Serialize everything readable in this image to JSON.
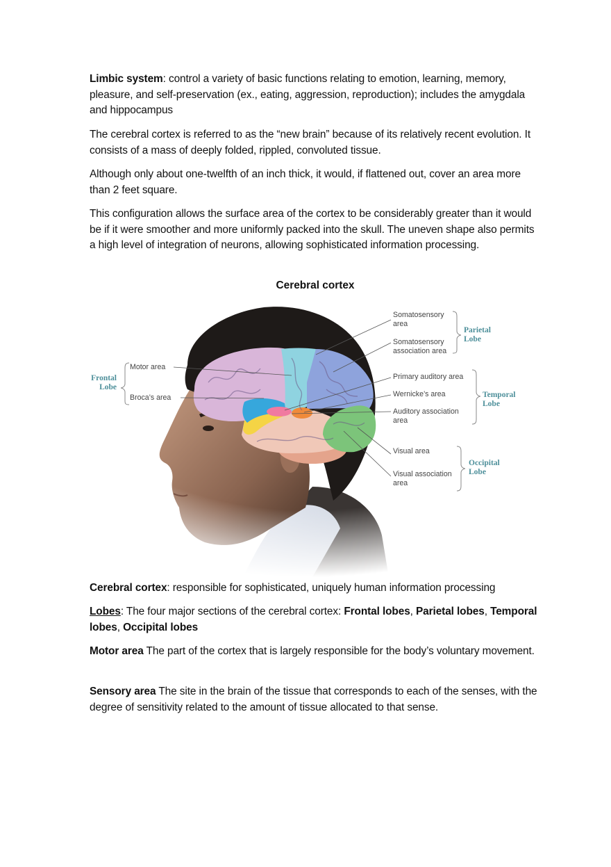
{
  "paragraphs": {
    "limbic": {
      "term": "Limbic system",
      "text": ": control a variety of basic functions relating to emotion, learning, memory, pleasure, and self-preservation (ex., eating, aggression, reproduction); includes the amygdala and hippocampus"
    },
    "new_brain": "The cerebral cortex is referred to as the “new brain” because of its relatively recent evolution. It consists of a mass of deeply folded, rippled, convoluted tissue.",
    "thickness": "Although only about one-twelfth of an inch thick, it would, if flattened out, cover an area more than 2 feet square.",
    "configuration": "This configuration allows the surface area of the cortex to be considerably greater than it would be if it were smoother and more uniformly packed into the skull. The uneven shape also permits a high level of integration of neurons, allowing sophisticated information processing."
  },
  "figure": {
    "caption": "Cerebral cortex",
    "lobes": {
      "frontal": [
        "Frontal",
        "Lobe"
      ],
      "parietal": [
        "Parietal",
        "Lobe"
      ],
      "temporal": [
        "Temporal",
        "Lobe"
      ],
      "occipital": [
        "Occipital",
        "Lobe"
      ]
    },
    "labels": {
      "motor_area": "Motor area",
      "brocas_area": "Broca’s area",
      "somatosensory_area": [
        "Somatosensory",
        "area"
      ],
      "somatosensory_association": [
        "Somatosensory",
        "association area"
      ],
      "primary_auditory": "Primary auditory area",
      "wernickes_area": "Wernicke’s area",
      "auditory_association": [
        "Auditory association",
        "area"
      ],
      "visual_area": "Visual area",
      "visual_association": [
        "Visual association",
        "area"
      ]
    },
    "colors": {
      "lobe_label": "#4d8f9a",
      "frontal": "#d9b6d9",
      "motor": "#8fd3e0",
      "parietal": "#8ea3dc",
      "brocas": "#36a7dc",
      "temporal": "#f0c8b8",
      "auditory_primary": "#f07aa0",
      "wernickes": "#f08a3a",
      "auditory_assoc": "#f5d445",
      "occipital": "#7cc47a",
      "cerebellum": "#e8a890",
      "hair": "#1e1a18",
      "skin": "#b88a70"
    }
  },
  "definitions": {
    "cerebral_cortex": {
      "term": "Cerebral cortex",
      "text": ": responsible for sophisticated, uniquely human information processing"
    },
    "lobes": {
      "term": "Lobes",
      "text": ": The four major sections of the cerebral cortex: ",
      "items": [
        "Frontal lobes",
        "Parietal lobes",
        "Temporal lobes",
        "Occipital lobes"
      ],
      "sep": ", "
    },
    "motor_area": {
      "term": "Motor area",
      "text": " The part of the cortex that is largely responsible for the body’s voluntary movement."
    },
    "sensory_area": {
      "term": "Sensory area",
      "text": " The site in the brain of the tissue that corresponds to each of the senses, with the degree of sensitivity related to the amount of tissue allocated to that sense."
    }
  }
}
